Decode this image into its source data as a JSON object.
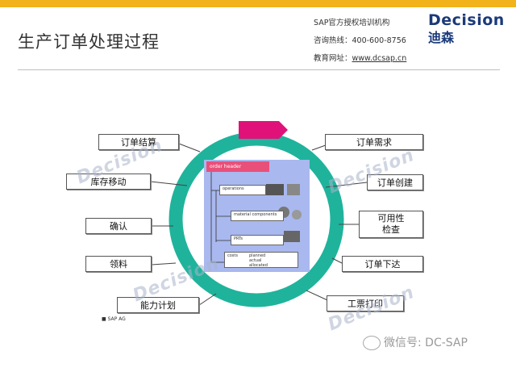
{
  "header": {
    "title": "生产订单处理过程",
    "contact": {
      "line1": "SAP官方授权培训机构",
      "line2": "咨询热线：400-600-8756",
      "line3_label": "教育网址：",
      "line3_url": "www.dcsap.cn"
    },
    "brand_en": "Decision",
    "brand_cn": "迪森",
    "accent_color": "#f2b31a",
    "brand_color": "#1b3a7a"
  },
  "diagram": {
    "ring_color": "#1fb39c",
    "arrow_color": "#e0127a",
    "panel_color": "#a9b8ee",
    "steps": {
      "order_settlement": "订单结算",
      "inventory_movement": "库存移动",
      "confirmation": "确认",
      "material_issue": "领料",
      "capacity_planning": "能力计划",
      "order_demand": "订单需求",
      "order_creation": "订单创建",
      "availability_line1": "可用性",
      "availability_line2": "检查",
      "order_release": "订单下达",
      "ticket_printing": "工票打印"
    },
    "center": {
      "header": "order header",
      "operations": "operations",
      "material_components": "material components",
      "prts": "PRTs",
      "costs": "costs",
      "costs_planned": "planned",
      "costs_actual": "actual",
      "costs_allocated": "allocated"
    },
    "copyright": "■ SAP AG"
  },
  "watermark": "Decision",
  "footer": {
    "wechat": "微信号: DC-SAP"
  }
}
